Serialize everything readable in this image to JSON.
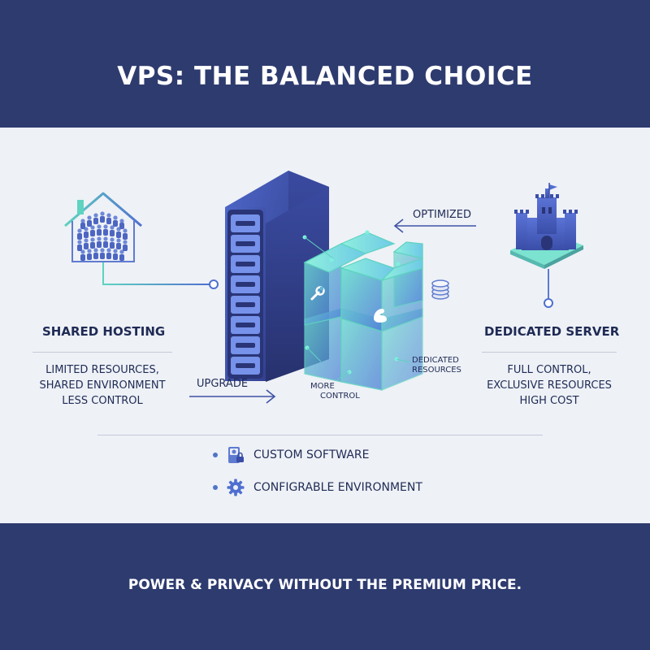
{
  "title": "VPS: THE BALANCED CHOICE",
  "shared": {
    "heading": "SHARED HOSTING",
    "lines": [
      "LIMITED RESOURCES,",
      "SHARED ENVIRONMENT",
      "LESS CONTROL"
    ]
  },
  "dedicated": {
    "heading": "DEDICATED SERVER",
    "lines": [
      "FULL CONTROL,",
      "EXCLUSIVE RESOURCES",
      "HIGH COST"
    ]
  },
  "arrows": {
    "upgrade": "UPGRADE",
    "optimized": "OPTIMIZED"
  },
  "labels": {
    "dedicated_resources": [
      "DEDICATED",
      "RESOURCES"
    ],
    "more_control": [
      "MORE",
      "CONTROL"
    ]
  },
  "features": [
    {
      "icon": "hdd-lock-icon",
      "label": "CUSTOM SOFTWARE"
    },
    {
      "icon": "gear-icon",
      "label": "CONFIGRABLE ENVIRONMENT"
    }
  ],
  "footer": "POWER & PRIVACY WITHOUT THE PREMIUM PRICE.",
  "colors": {
    "navy": "#2e3b6f",
    "text": "#1f2b55",
    "teal": "#5ed3c0",
    "blue": "#4f6fd0",
    "background": "#eef1f6"
  }
}
